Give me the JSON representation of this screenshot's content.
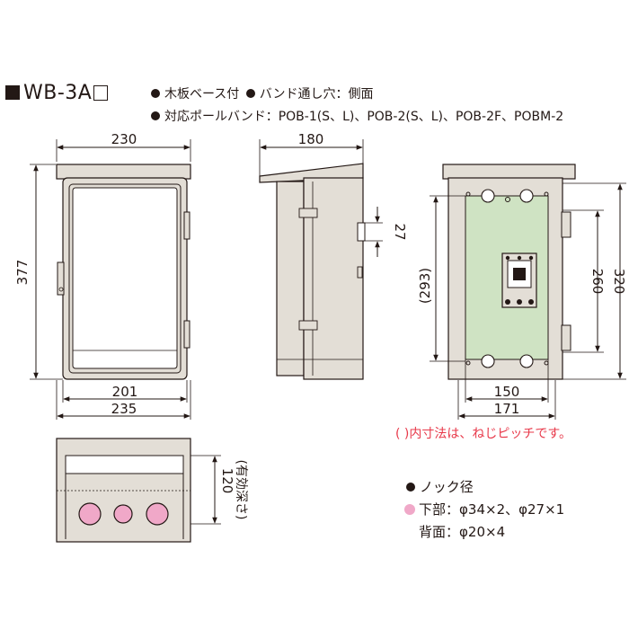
{
  "header": {
    "model": "WB-3A",
    "spec1a": "木板ベース付",
    "spec1b": "バンド通し穴：側面",
    "spec2": "対応ポールバンド：POB-1(S、L)、POB-2(S、L)、POB-2F、POBM-2"
  },
  "dimensions": {
    "front_width": "230",
    "front_height": "377",
    "front_inner_width": "201",
    "front_base_width": "235",
    "side_depth": "180",
    "side_hole": "27",
    "back_pitch_height": "(293)",
    "back_inner_h1": "260",
    "back_inner_h2": "320",
    "back_w1": "150",
    "back_w2": "171",
    "bottom_depth": "120",
    "bottom_depth_note": "(有効深さ)"
  },
  "notes": {
    "pitch_note": "( )内寸法は、ねじピッチです。"
  },
  "knockout": {
    "title": "ノック径",
    "bottom_label": "下部：",
    "bottom_value": "φ34×2、φ27×1",
    "back_label": "背面：",
    "back_value": "φ20×4"
  },
  "colors": {
    "pink": "#f0a8c8",
    "green": "#cfe3c3",
    "red_note": "#e8394a",
    "body_fill": "#e3ded6",
    "line": "#231815"
  }
}
